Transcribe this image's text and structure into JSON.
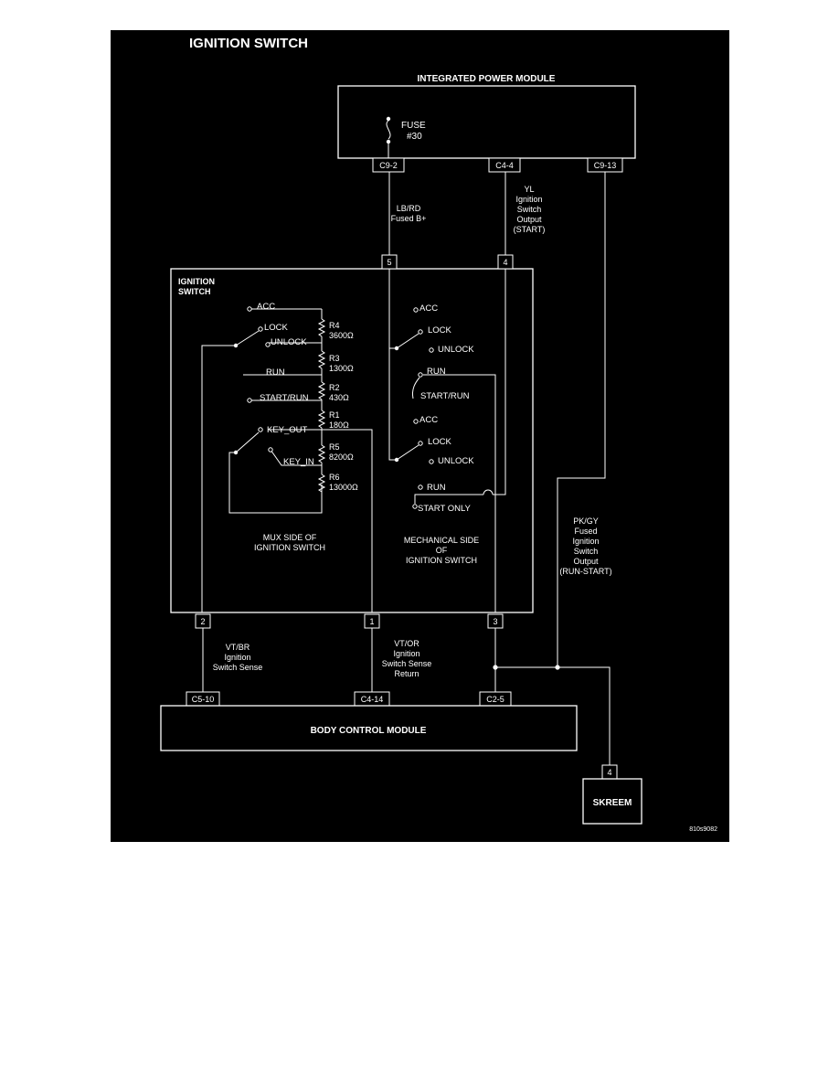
{
  "title": "IGNITION SWITCH",
  "ipm": {
    "name": "INTEGRATED POWER MODULE",
    "fuse_label": "FUSE",
    "fuse_number": "#30",
    "connectors": [
      "C9-2",
      "C4-4",
      "C9-13"
    ]
  },
  "wires": {
    "lb_rd": [
      "LB/RD",
      "Fused B+"
    ],
    "yl": [
      "YL",
      "Ignition",
      "Switch",
      "Output",
      "(START)"
    ],
    "pk_gy": [
      "PK/GY",
      "Fused",
      "Ignition",
      "Switch",
      "Output",
      "(RUN-START)"
    ],
    "vt_br": [
      "VT/BR",
      "Ignition",
      "Switch Sense"
    ],
    "vt_or": [
      "VT/OR",
      "Ignition",
      "Switch Sense",
      "Return"
    ]
  },
  "switch": {
    "title": [
      "IGNITION",
      "SWITCH"
    ],
    "top_pins": [
      "5",
      "4"
    ],
    "bottom_pins": [
      "2",
      "1",
      "3"
    ],
    "mux_positions": {
      "acc": "ACC",
      "lock": "LOCK",
      "unlock": "UNLOCK",
      "run": "RUN",
      "start_run": "START/RUN",
      "key_out": "KEY_OUT",
      "key_in": "KEY_IN"
    },
    "resistors": [
      {
        "name": "R4",
        "value": "3600Ω"
      },
      {
        "name": "R3",
        "value": "1300Ω"
      },
      {
        "name": "R2",
        "value": "430Ω"
      },
      {
        "name": "R1",
        "value": "180Ω"
      },
      {
        "name": "R5",
        "value": "8200Ω"
      },
      {
        "name": "R6",
        "value": "13000Ω"
      }
    ],
    "mech_positions": {
      "acc1": "ACC",
      "lock1": "LOCK",
      "unlock1": "UNLOCK",
      "run1": "RUN",
      "start_run": "START/RUN",
      "acc2": "ACC",
      "lock2": "LOCK",
      "unlock2": "UNLOCK",
      "run2": "RUN",
      "start_only": "START ONLY"
    },
    "mux_caption": [
      "MUX SIDE OF",
      "IGNITION SWITCH"
    ],
    "mech_caption": [
      "MECHANICAL SIDE",
      "OF",
      "IGNITION SWITCH"
    ]
  },
  "bcm": {
    "name": "BODY CONTROL MODULE",
    "connectors": [
      "C5-10",
      "C4-14",
      "C2-5"
    ]
  },
  "skreem": {
    "name": "SKREEM",
    "pin": "4"
  },
  "figure_id": "810s9082"
}
